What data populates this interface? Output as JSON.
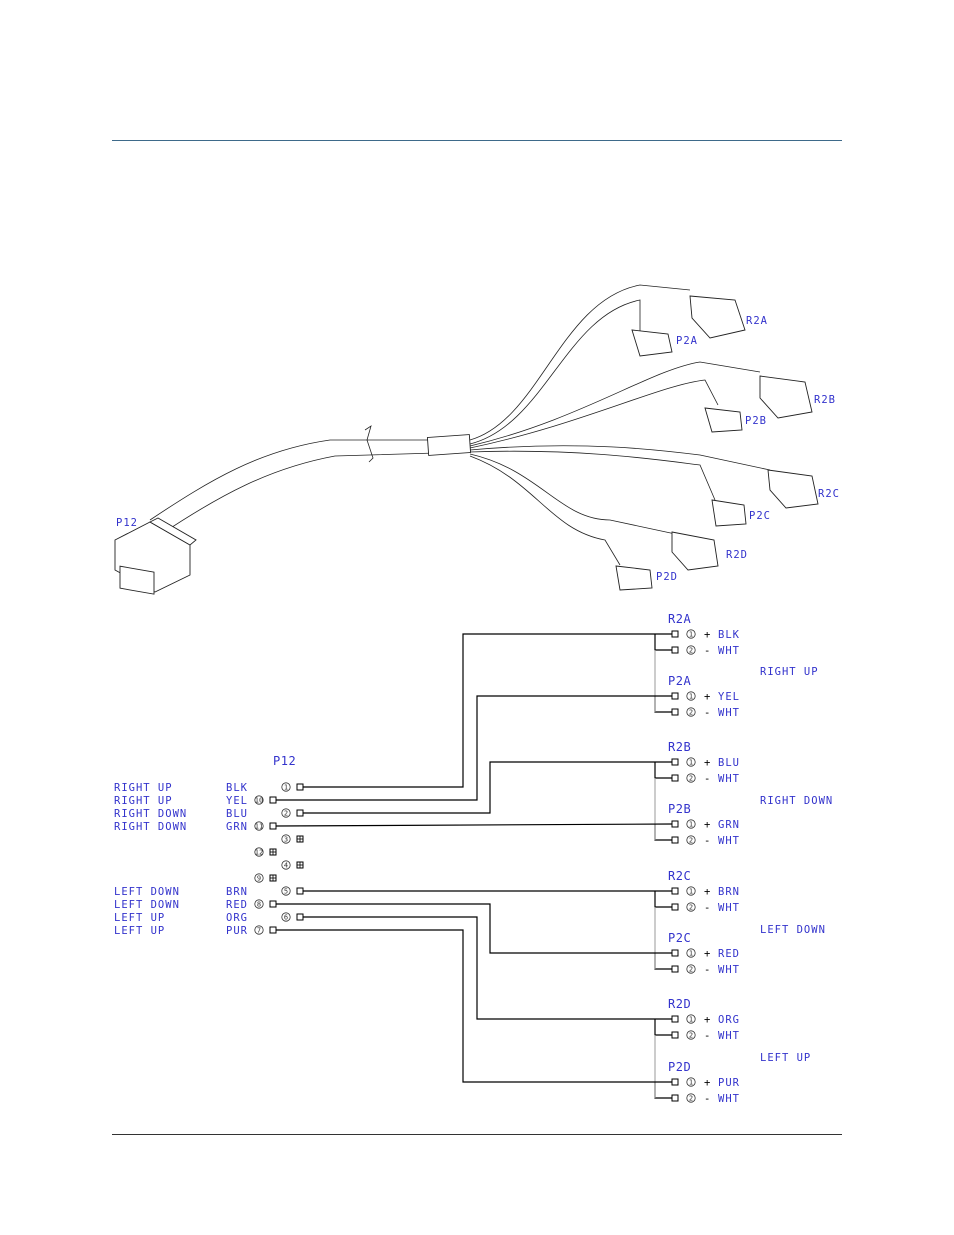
{
  "main_connector": "P12",
  "p12_pins": [
    {
      "function": "RIGHT UP",
      "color": "BLK",
      "num": "1"
    },
    {
      "function": "RIGHT UP",
      "color": "YEL",
      "num": "10"
    },
    {
      "function": "RIGHT DOWN",
      "color": "BLU",
      "num": "2"
    },
    {
      "function": "RIGHT DOWN",
      "color": "GRN",
      "num": "11"
    },
    {
      "function": "",
      "color": "",
      "num": "3"
    },
    {
      "function": "",
      "color": "",
      "num": "12"
    },
    {
      "function": "",
      "color": "",
      "num": "4"
    },
    {
      "function": "",
      "color": "",
      "num": "9"
    },
    {
      "function": "LEFT DOWN",
      "color": "BRN",
      "num": "5"
    },
    {
      "function": "LEFT DOWN",
      "color": "RED",
      "num": "8"
    },
    {
      "function": "LEFT UP",
      "color": "ORG",
      "num": "6"
    },
    {
      "function": "LEFT UP",
      "color": "PUR",
      "num": "7"
    }
  ],
  "groups": [
    {
      "label": "RIGHT UP",
      "connectors": [
        {
          "name": "R2A",
          "pins": [
            {
              "num": "1",
              "sign": "+",
              "color": "BLK"
            },
            {
              "num": "2",
              "sign": "-",
              "color": "WHT"
            }
          ]
        },
        {
          "name": "P2A",
          "pins": [
            {
              "num": "1",
              "sign": "+",
              "color": "YEL"
            },
            {
              "num": "2",
              "sign": "-",
              "color": "WHT"
            }
          ]
        }
      ]
    },
    {
      "label": "RIGHT DOWN",
      "connectors": [
        {
          "name": "R2B",
          "pins": [
            {
              "num": "1",
              "sign": "+",
              "color": "BLU"
            },
            {
              "num": "2",
              "sign": "-",
              "color": "WHT"
            }
          ]
        },
        {
          "name": "P2B",
          "pins": [
            {
              "num": "1",
              "sign": "+",
              "color": "GRN"
            },
            {
              "num": "2",
              "sign": "-",
              "color": "WHT"
            }
          ]
        }
      ]
    },
    {
      "label": "LEFT DOWN",
      "connectors": [
        {
          "name": "R2C",
          "pins": [
            {
              "num": "1",
              "sign": "+",
              "color": "BRN"
            },
            {
              "num": "2",
              "sign": "-",
              "color": "WHT"
            }
          ]
        },
        {
          "name": "P2C",
          "pins": [
            {
              "num": "1",
              "sign": "+",
              "color": "RED"
            },
            {
              "num": "2",
              "sign": "-",
              "color": "WHT"
            }
          ]
        }
      ]
    },
    {
      "label": "LEFT UP",
      "connectors": [
        {
          "name": "R2D",
          "pins": [
            {
              "num": "1",
              "sign": "+",
              "color": "ORG"
            },
            {
              "num": "2",
              "sign": "-",
              "color": "WHT"
            }
          ]
        },
        {
          "name": "P2D",
          "pins": [
            {
              "num": "1",
              "sign": "+",
              "color": "PUR"
            },
            {
              "num": "2",
              "sign": "-",
              "color": "WHT"
            }
          ]
        }
      ]
    }
  ],
  "drawing_labels": [
    "P12",
    "R2A",
    "P2A",
    "R2B",
    "P2B",
    "R2C",
    "P2C",
    "R2D",
    "P2D"
  ],
  "colors": {
    "label_blue": "#3333cc",
    "wire": "#000000",
    "rule_top": "#3e6a8a"
  }
}
